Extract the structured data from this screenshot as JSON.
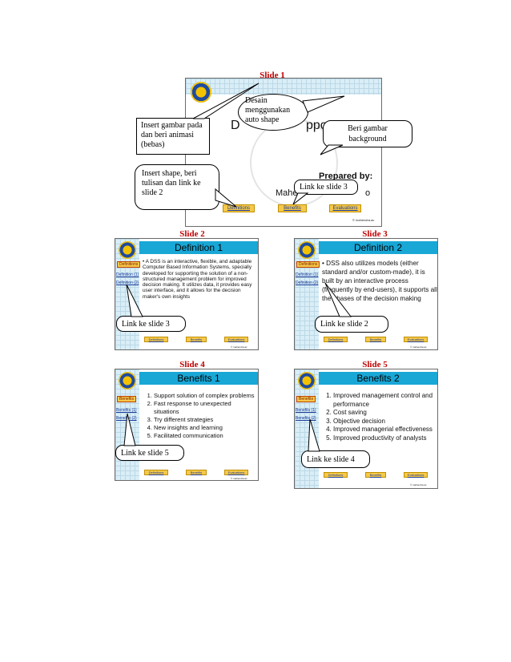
{
  "slide1": {
    "label": "Slide 1",
    "title_left": "D",
    "title_mid": "pport S",
    "prepared_by": "Prepared by:",
    "author_left": "Mahe",
    "author_right": "o",
    "nav": [
      "Definitions",
      "Benefits",
      "Evaluations"
    ],
    "copyright": "© mahendra.ac"
  },
  "slide2": {
    "label": "Slide 2",
    "title": "Definition 1",
    "side": [
      "Definitions",
      "Definition (1)",
      "Definition (2)"
    ],
    "bullet": "A DSS is an interactive, flexible, and adaptable Computer Based Information Systems, specially developed for supporting the solution of a non-structured management problem for improved decision making. It utilizes data, it provides easy user interface, and it allows for the decision maker's own insights",
    "nav": [
      "Definitions",
      "Benefits",
      "Evaluations"
    ],
    "copyright": "© mahendra.ac"
  },
  "slide3": {
    "label": "Slide 3",
    "title": "Definition 2",
    "side": [
      "Definitions",
      "Definition (1)",
      "Definition (2)"
    ],
    "bullet": "DSS also utilizes models (either standard and/or custom-made), it is built by an interactive process (frequently by end-users), it supports all the phases of the decision making",
    "nav": [
      "Definitions",
      "Benefits",
      "Evaluations"
    ],
    "copyright": "© mahendra.ac"
  },
  "slide4": {
    "label": "Slide 4",
    "title": "Benefits 1",
    "side": [
      "Benefits",
      "Benefits (1)",
      "Benefits (2)"
    ],
    "items": [
      "Support solution of complex problems",
      "Fast response to unexpected situations",
      "Try different strategies",
      "New insights and learning",
      "Facilitated communication"
    ],
    "nav": [
      "Definitions",
      "Benefits",
      "Evaluations"
    ],
    "copyright": "© mahendra.ac"
  },
  "slide5": {
    "label": "Slide 5",
    "title": "Benefits 2",
    "side": [
      "Benefits",
      "Benefits (1)",
      "Benefits (2)"
    ],
    "items": [
      "Improved management control and performance",
      "Cost saving",
      "Objective decision",
      "Improved managerial effectiveness",
      "Improved productivity of analysts"
    ],
    "nav": [
      "Definitions",
      "Benefits",
      "Evaluations"
    ],
    "copyright": "© mahendra.ac"
  },
  "callouts": {
    "desain": "Desain menggunakan auto shape",
    "insert_gambar": "Insert gambar pada dan beri animasi (bebas)",
    "beri_gambar": "Beri gambar background",
    "insert_shape": "Insert shape, beri tulisan dan link ke slide 2",
    "link3_s1": "Link ke slide 3",
    "link3_s2": "Link ke slide 3",
    "link2_s3": "Link ke slide 2",
    "link5_s4": "Link ke slide 5",
    "link4_s5": "Link ke slide 4"
  },
  "colors": {
    "label_red": "#c00000",
    "band_blue": "#19a7d6",
    "button_gold": "#f6c94a"
  }
}
